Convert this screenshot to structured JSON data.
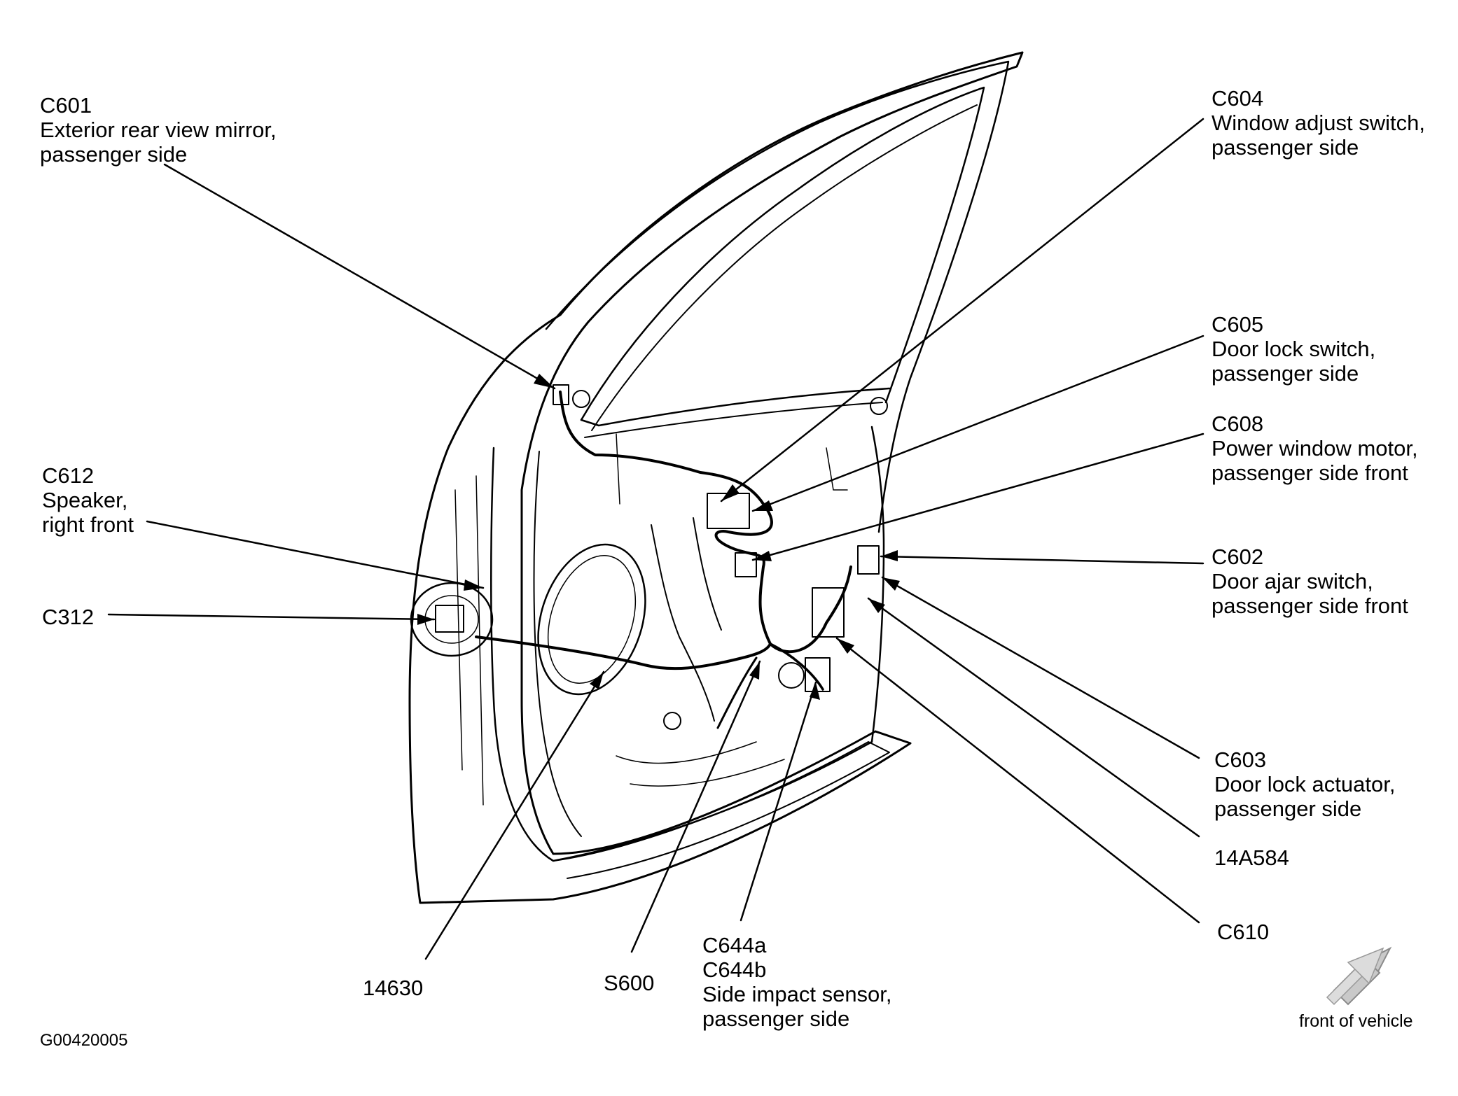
{
  "figure_id": "G00420005",
  "orientation_label": "front of vehicle",
  "callouts": {
    "c601": {
      "code": "C601",
      "lines": [
        "Exterior rear view mirror,",
        "passenger side"
      ]
    },
    "c612": {
      "code": "C612",
      "lines": [
        "Speaker,",
        "right front"
      ]
    },
    "c312": {
      "code": "C312",
      "lines": []
    },
    "c604": {
      "code": "C604",
      "lines": [
        "Window adjust switch,",
        "passenger side"
      ]
    },
    "c605": {
      "code": "C605",
      "lines": [
        "Door lock switch,",
        "passenger side"
      ]
    },
    "c608": {
      "code": "C608",
      "lines": [
        "Power window motor,",
        "passenger side front"
      ]
    },
    "c602": {
      "code": "C602",
      "lines": [
        "Door ajar switch,",
        "passenger side front"
      ]
    },
    "c603": {
      "code": "C603",
      "lines": [
        "Door lock actuator,",
        "passenger side"
      ]
    },
    "p14a584": {
      "code": "14A584",
      "lines": []
    },
    "c610": {
      "code": "C610",
      "lines": []
    },
    "c644": {
      "code": "C644a",
      "code2": "C644b",
      "lines": [
        "Side impact sensor,",
        "passenger side"
      ]
    },
    "s600": {
      "code": "S600",
      "lines": []
    },
    "p14630": {
      "code": "14630",
      "lines": []
    }
  }
}
